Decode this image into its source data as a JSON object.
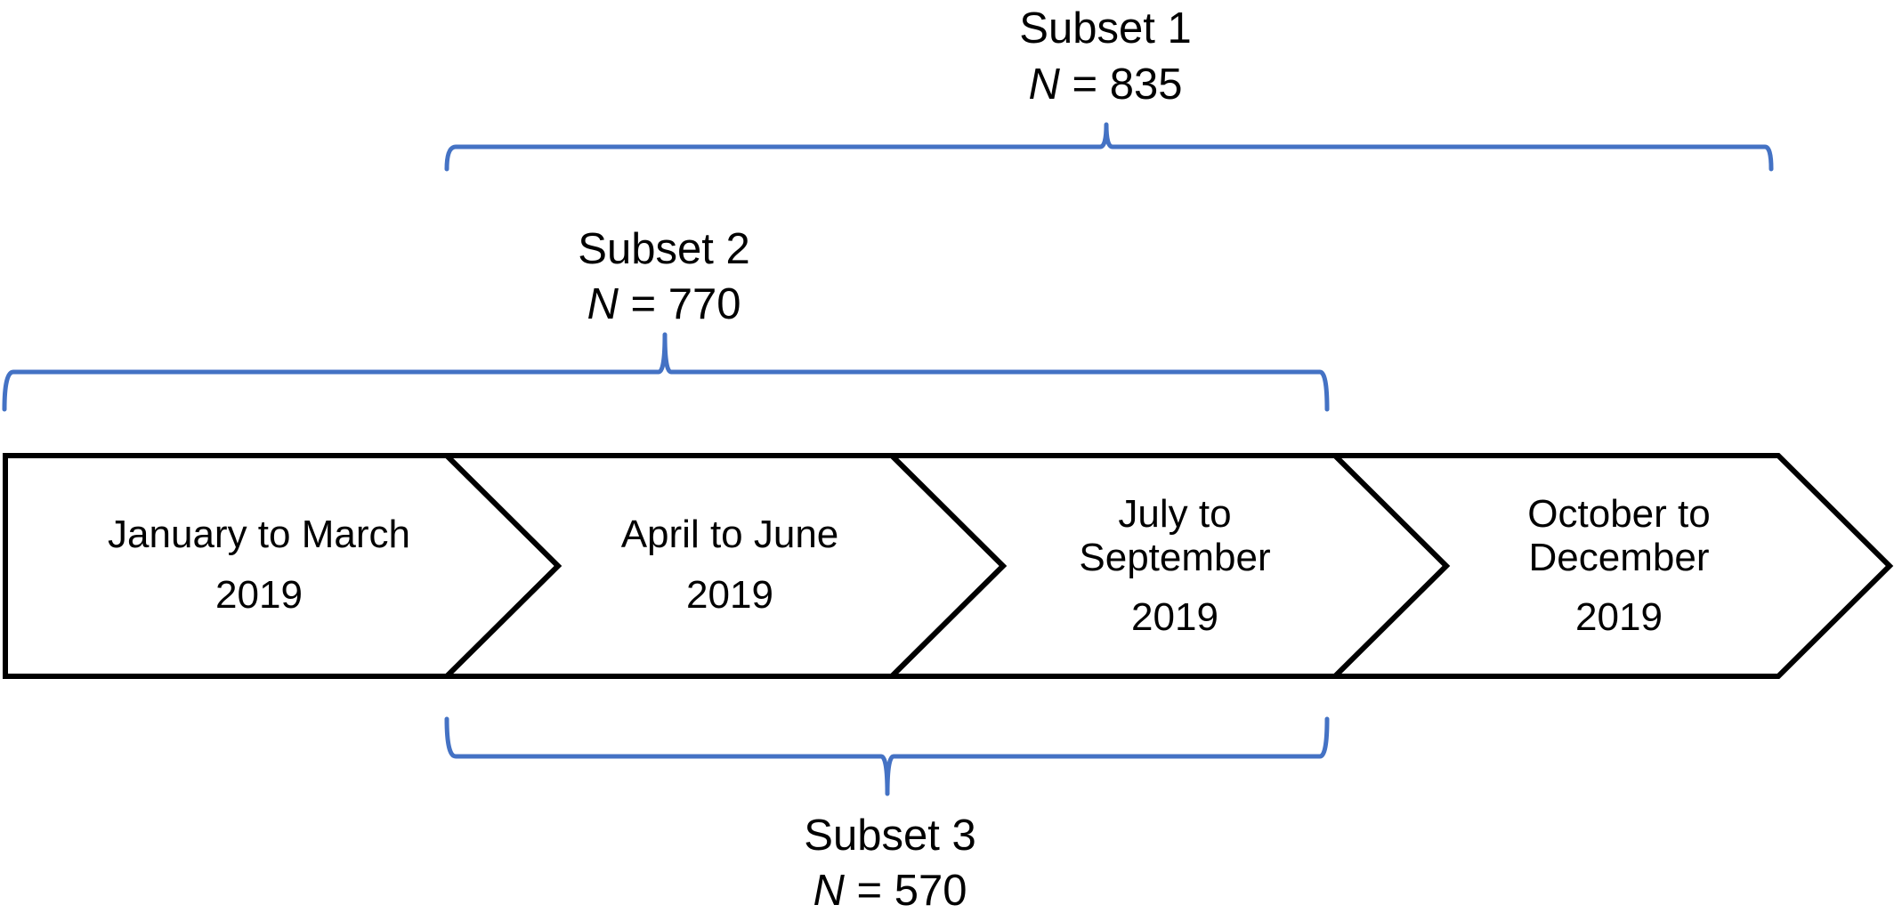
{
  "colors": {
    "brace": "#4472C4",
    "chevron_stroke": "#000000",
    "chevron_fill": "#ffffff",
    "text": "#000000"
  },
  "subsets": [
    {
      "name": "Subset 1",
      "n_symbol": "N",
      "n_rest": " = 835"
    },
    {
      "name": "Subset 2",
      "n_symbol": "N",
      "n_rest": " = 770"
    },
    {
      "name": "Subset 3",
      "n_symbol": "N",
      "n_rest": " = 570"
    }
  ],
  "periods": [
    {
      "line1": "January to March",
      "line2": "",
      "year": "2019"
    },
    {
      "line1": "April to June",
      "line2": "",
      "year": "2019"
    },
    {
      "line1": "July to",
      "line2": "September",
      "year": "2019"
    },
    {
      "line1": "October to",
      "line2": "December",
      "year": "2019"
    }
  ]
}
